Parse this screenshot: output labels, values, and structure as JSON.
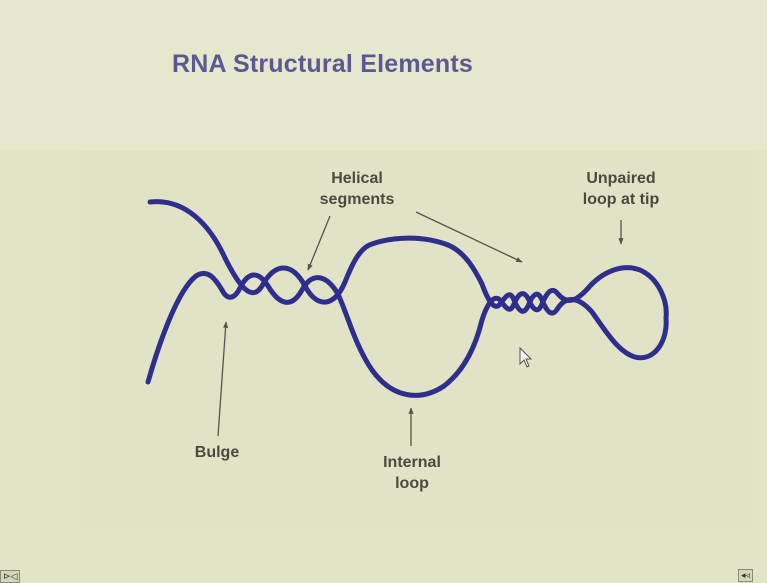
{
  "slide": {
    "title": "RNA Structural Elements"
  },
  "labels": {
    "helical_segments": [
      "Helical",
      "segments"
    ],
    "unpaired_loop": [
      "Unpaired",
      "loop at tip"
    ],
    "bulge": [
      "Bulge"
    ],
    "internal_loop": [
      "Internal",
      "loop"
    ]
  },
  "corner": {
    "left": "⊳◁",
    "right": "◂◃"
  },
  "colors": {
    "strand": "#2e2e8c",
    "title": "#5a5a92",
    "label_text": "#4a4a42",
    "arrow": "#55554d",
    "background": "#e2e3c7"
  }
}
